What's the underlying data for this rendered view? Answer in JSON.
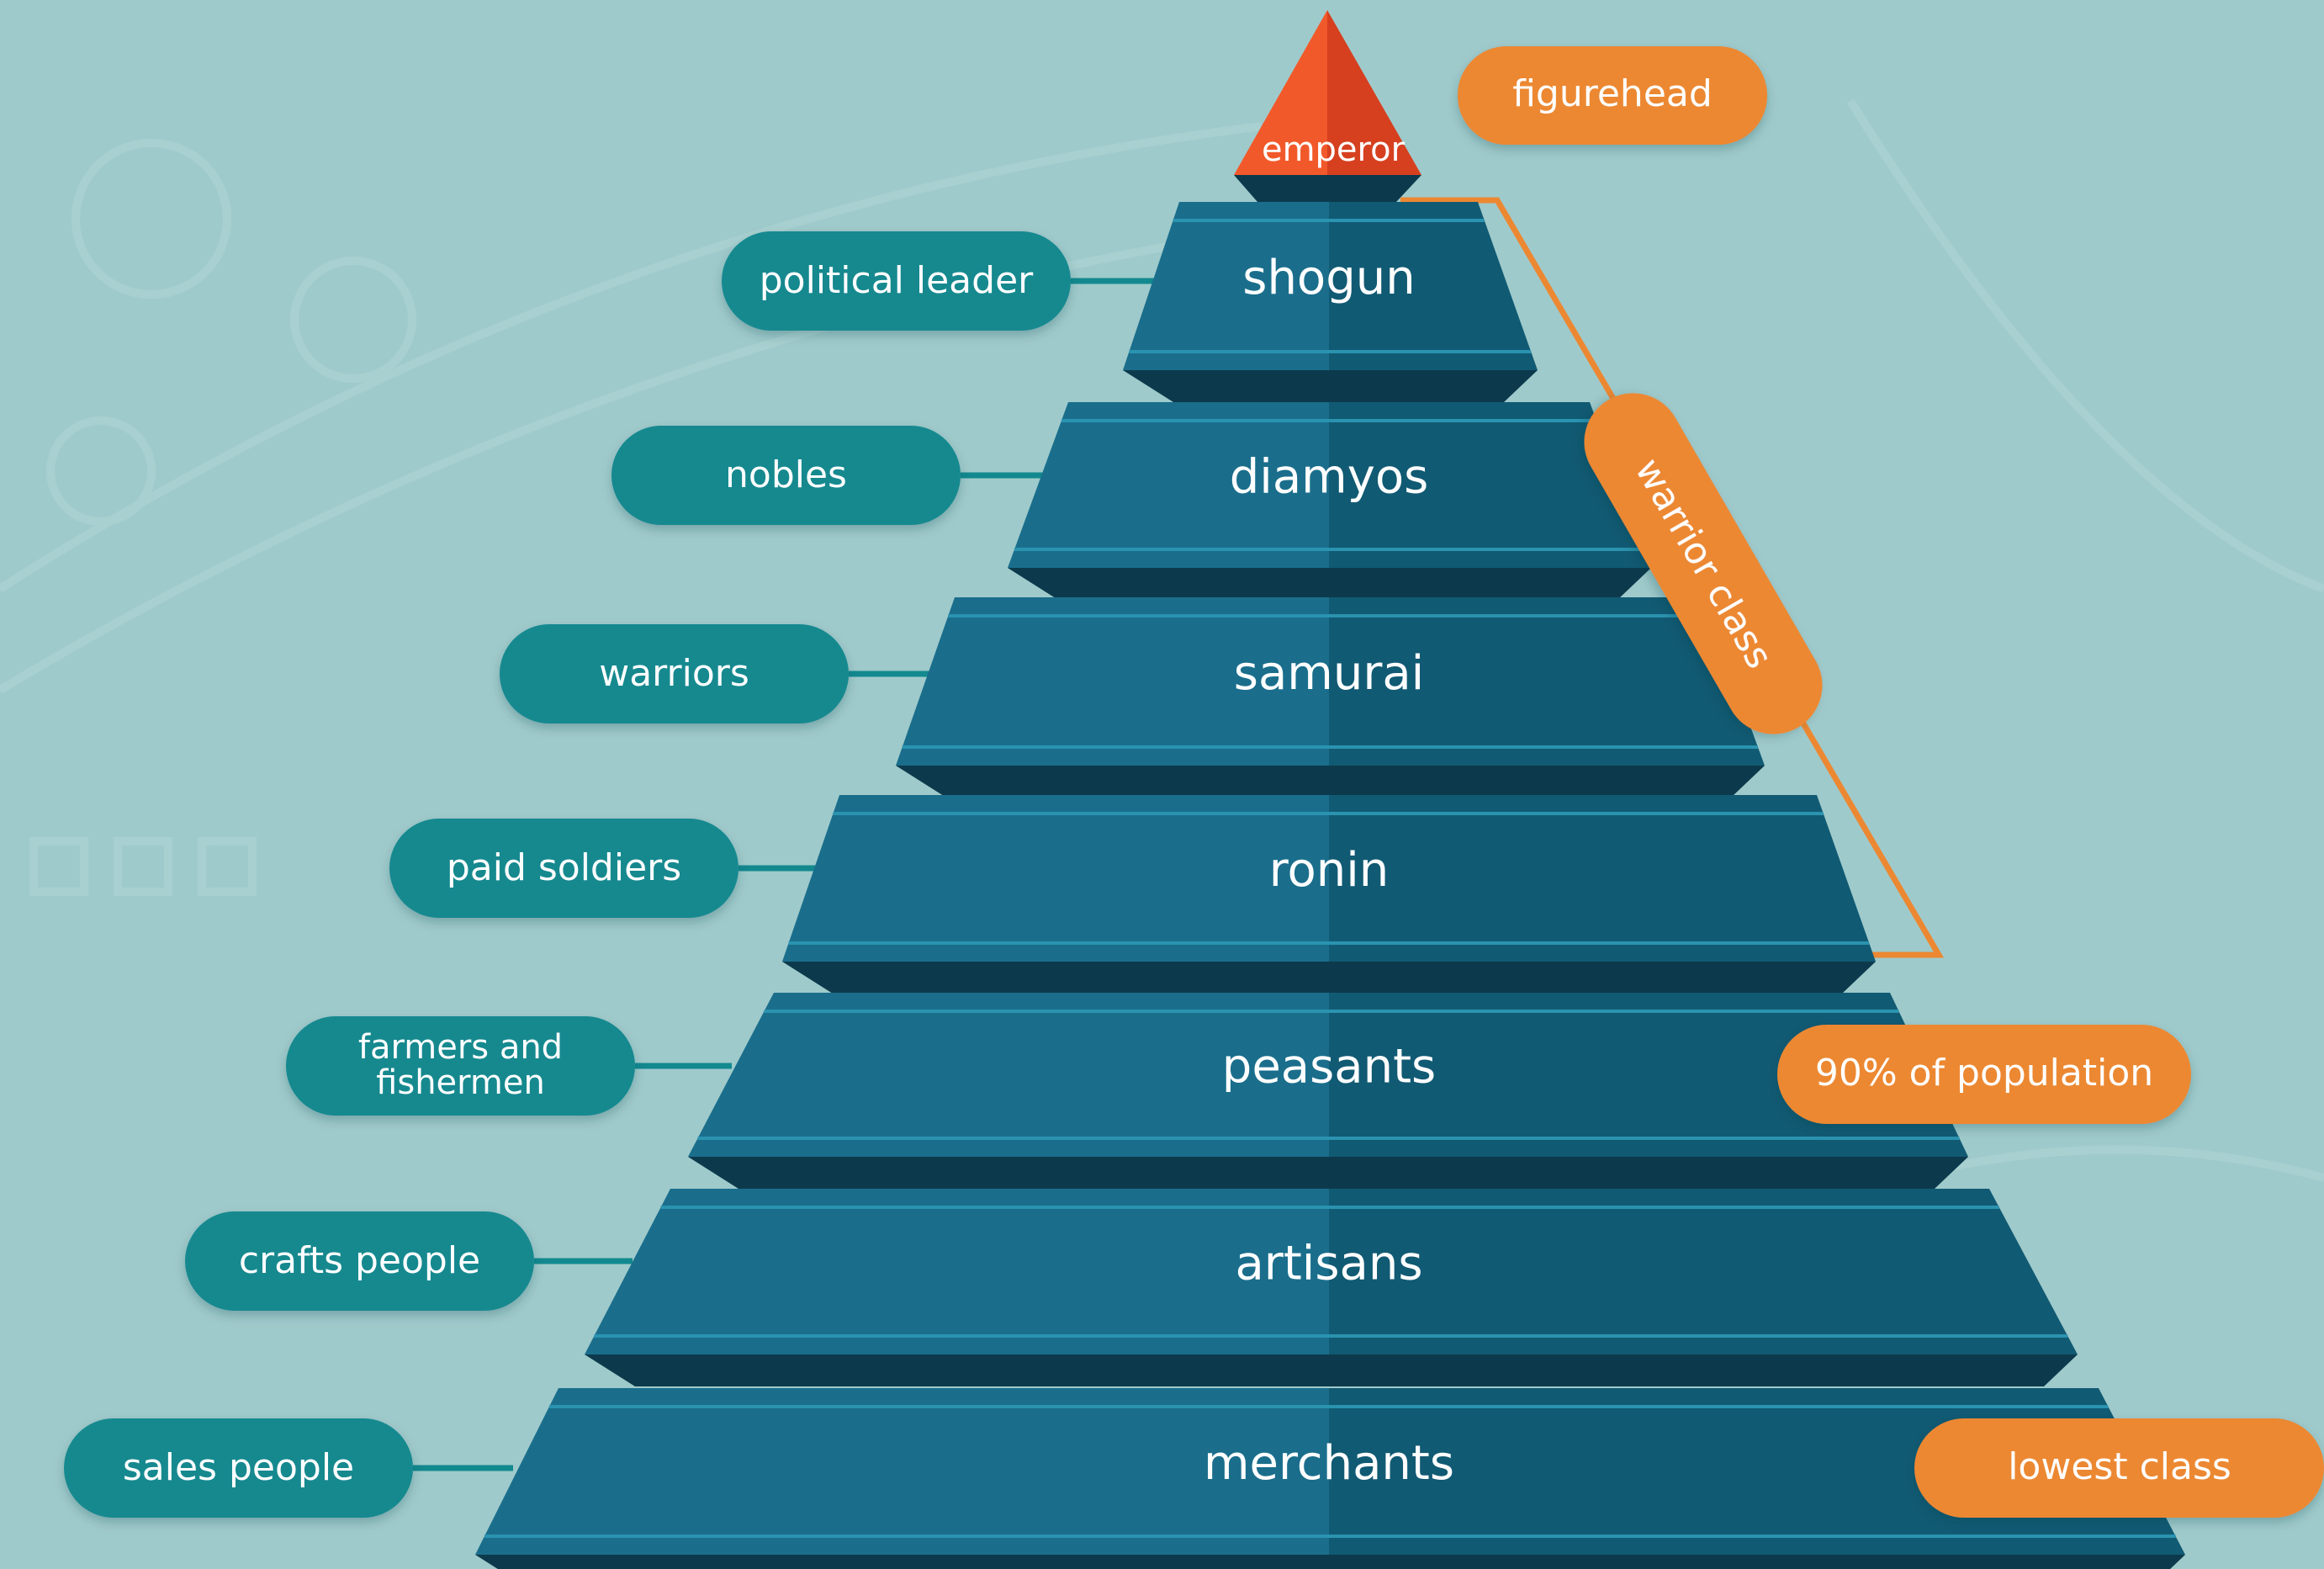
{
  "colors": {
    "background": "#9fcacb",
    "tier_left": "#1a6e8c",
    "tier_right": "#115a73",
    "tier_shadow": "#0c3a4c",
    "tier_stripe": "#2a93b0",
    "teal_pill": "#12898f",
    "orange": "#ec8832",
    "apex_left": "#f2592a",
    "apex_right": "#d6401f"
  },
  "apex": {
    "label": "emperor",
    "note": "figurehead"
  },
  "tiers": [
    {
      "label": "shogun",
      "note": "political leader"
    },
    {
      "label": "diamyos",
      "note": "nobles"
    },
    {
      "label": "samurai",
      "note": "warriors"
    },
    {
      "label": "ronin",
      "note": "paid soldiers"
    },
    {
      "label": "peasants",
      "note_lines": [
        "farmers and",
        "fishermen"
      ]
    },
    {
      "label": "artisans",
      "note": "crafts people"
    },
    {
      "label": "merchants",
      "note": "sales people"
    }
  ],
  "right_notes": {
    "warrior_bracket": "warrior class",
    "peasants": "90% of population",
    "merchants": "lowest class"
  }
}
